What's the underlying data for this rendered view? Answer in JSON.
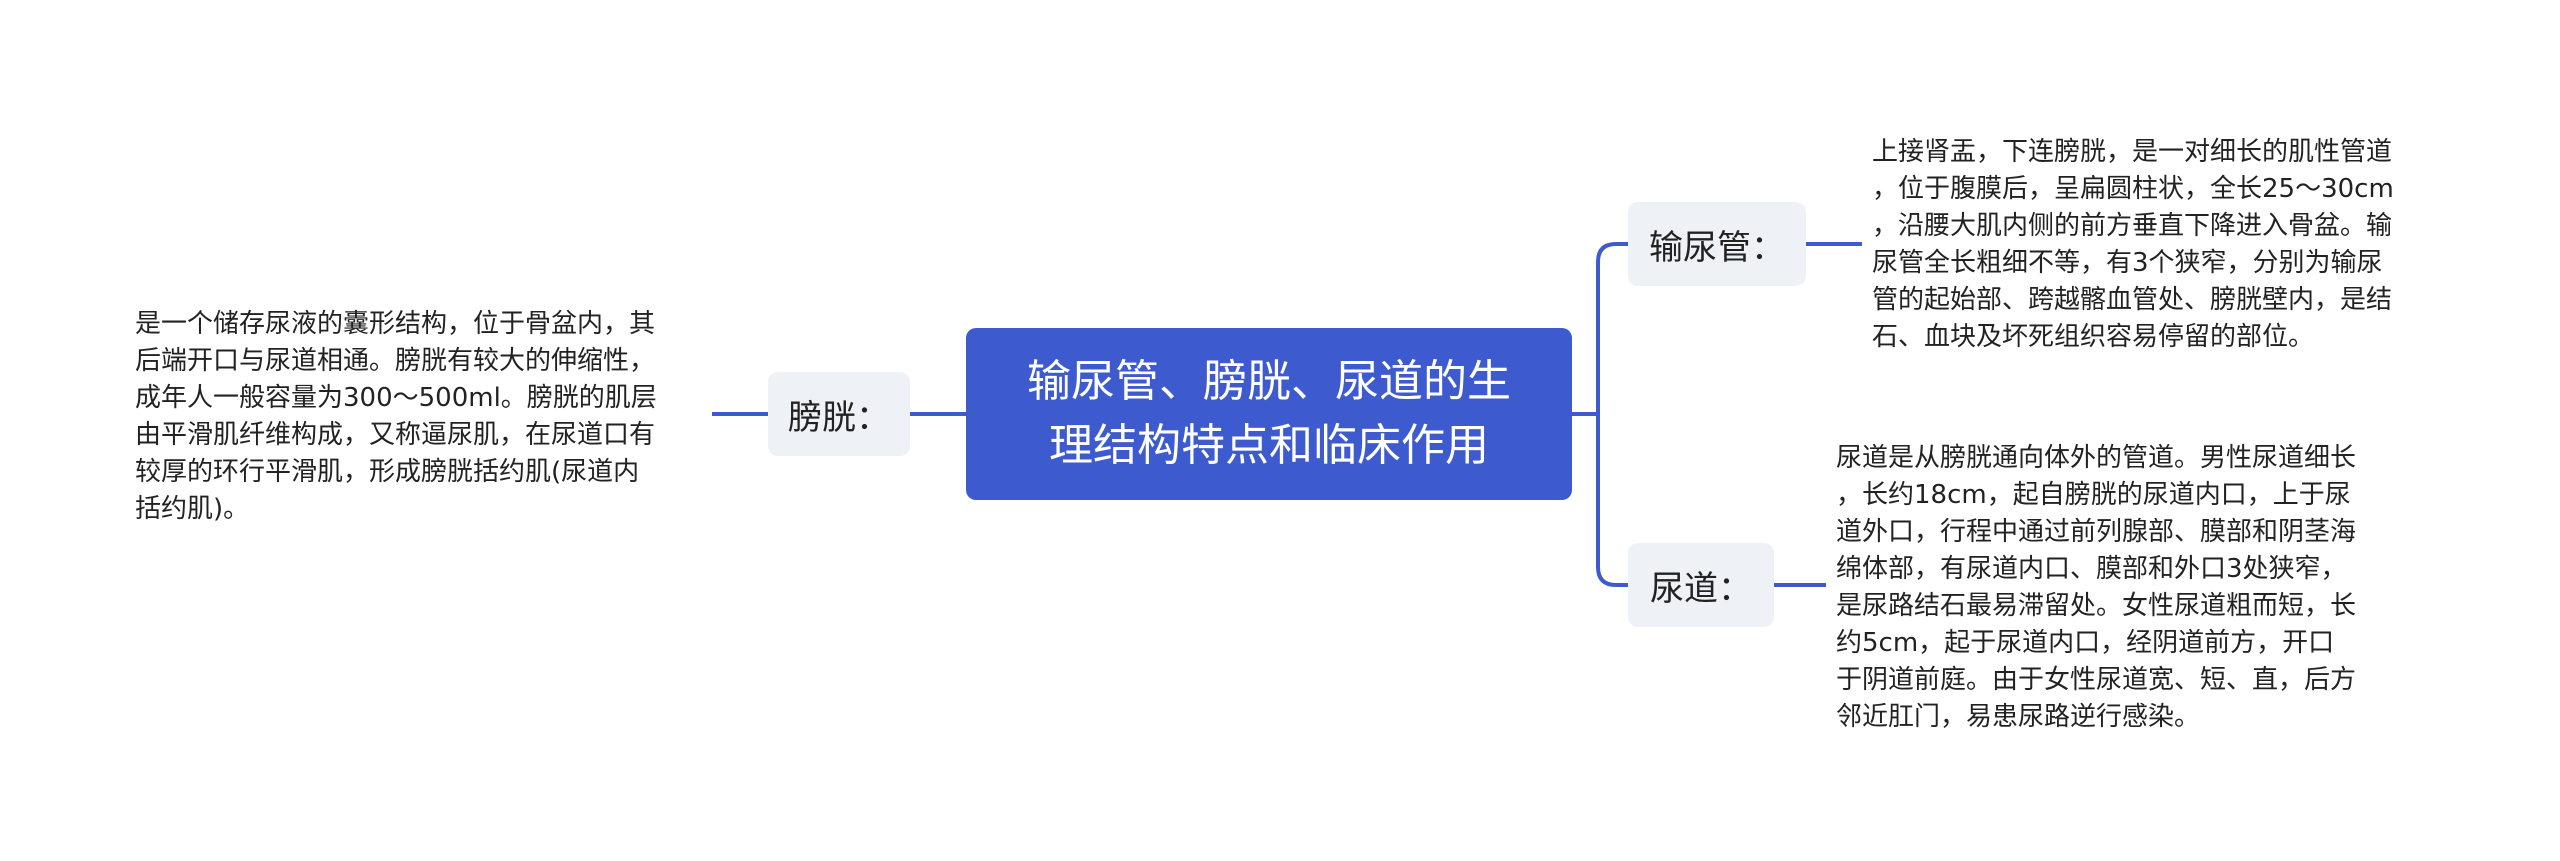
{
  "central_topic": {
    "line1": "输尿管、膀胱、尿道的生",
    "line2": "理结构特点和临床作用"
  },
  "branches": {
    "left": {
      "label": "膀胱：",
      "text_lines": [
        "是一个储存尿液的囊形结构，位于骨盆内，其",
        "后端开口与尿道相通。膀胱有较大的伸缩性，",
        "成年人一般容量为300～500ml。膀胱的肌层",
        "由平滑肌纤维构成，又称逼尿肌，在尿道口有",
        "较厚的环行平滑肌，形成膀胱括约肌(尿道内",
        "括约肌)。"
      ]
    },
    "top_right": {
      "label": "输尿管：",
      "text_lines": [
        "上接肾盂，下连膀胱，是一对细长的肌性管道",
        "，位于腹膜后，呈扁圆柱状，全长25～30cm",
        "，沿腰大肌内侧的前方垂直下降进入骨盆。输",
        "尿管全长粗细不等，有3个狭窄，分别为输尿",
        "管的起始部、跨越髂血管处、膀胱壁内，是结",
        "石、血块及坏死组织容易停留的部位。"
      ]
    },
    "bottom_right": {
      "label": "尿道：",
      "text_lines": [
        "尿道是从膀胱通向体外的管道。男性尿道细长",
        "，长约18cm，起自膀胱的尿道内口，上于尿",
        "道外口，行程中通过前列腺部、膜部和阴茎海",
        "绵体部，有尿道内口、膜部和外口3处狭窄，",
        "是尿路结石最易滞留处。女性尿道粗而短，长",
        "约5cm，起于尿道内口，经阴道前方，开口",
        "于阴道前庭。由于女性尿道宽、短、直，后方",
        "邻近肛门，易患尿路逆行感染。"
      ]
    }
  },
  "colors": {
    "central_fill": "#3d5bcf",
    "branch_fill": "#eef1f6",
    "connector": "#3d5bcf"
  }
}
